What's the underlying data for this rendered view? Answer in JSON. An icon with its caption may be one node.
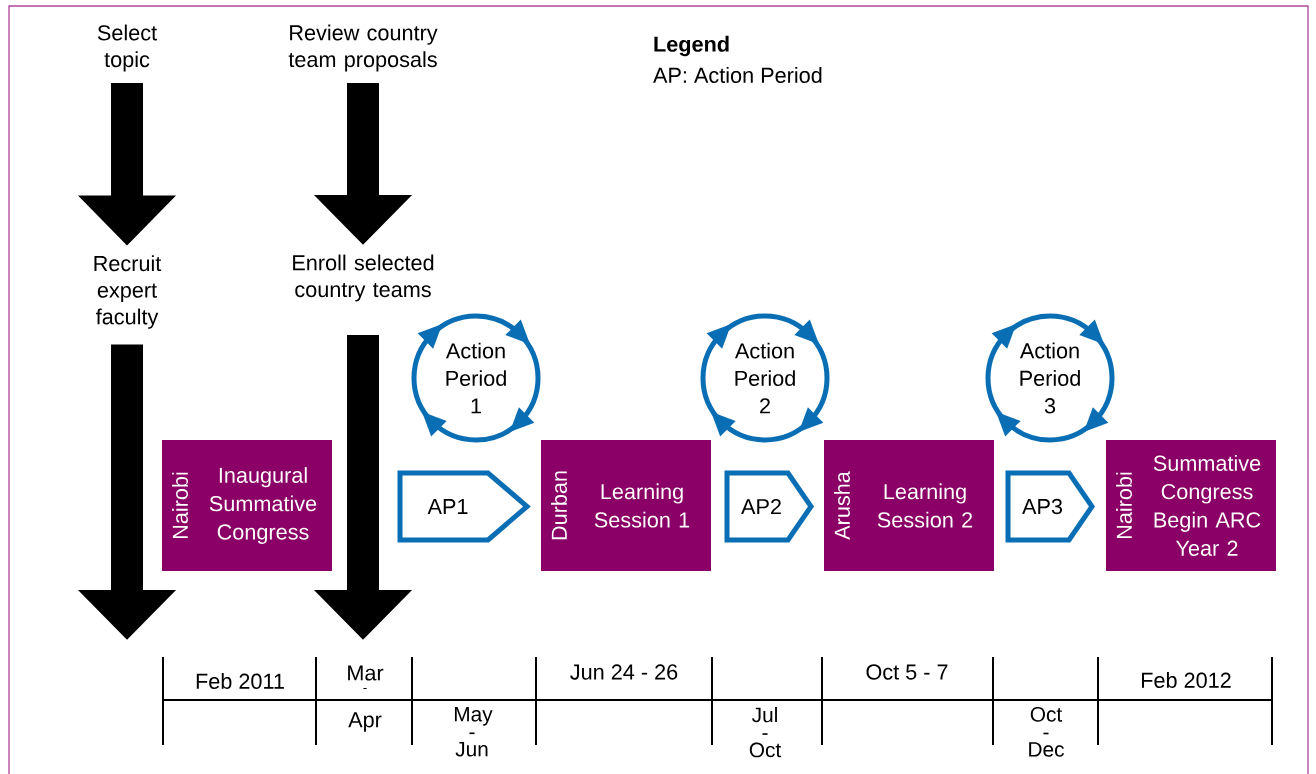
{
  "diagram": {
    "nodes": [
      {
        "text": [
          "Select topic"
        ]
      },
      {
        "text": [
          "Review country team proposals"
        ]
      },
      {
        "text": [
          "Recruit expert faculty"
        ]
      },
      {
        "text": [
          "Enroll selected country teams"
        ]
      },
      {
        "text": [
          "Action Period 1"
        ]
      },
      {
        "text": [
          "Action Period 2"
        ]
      },
      {
        "text": [
          "Action Period 3"
        ]
      },
      {
        "text": [
          "Nairobi",
          "Inaugural Summative Congress"
        ]
      },
      {
        "text": [
          "AP1"
        ]
      },
      {
        "text": [
          "Durban",
          "Learning Session 1"
        ]
      },
      {
        "text": [
          "AP2"
        ]
      },
      {
        "text": [
          "Arusha",
          "Learning Session 2"
        ]
      },
      {
        "text": [
          "AP3"
        ]
      },
      {
        "text": [
          "Nairobi",
          "Summative Congress Begin ARC Year 2"
        ]
      }
    ],
    "edges": [
      {
        "from": 0,
        "to": 2,
        "arrow": "to"
      },
      {
        "from": 1,
        "to": 3,
        "arrow": "to"
      },
      {
        "from": 2,
        "to": null,
        "arrow": "to"
      },
      {
        "from": 3,
        "to": null,
        "arrow": "to"
      }
    ],
    "labels": [
      "Legend",
      "AP: Action Period",
      "Feb 2011",
      "Mar",
      "-",
      "Jun 24 - 26",
      "Oct 5 - 7",
      "Feb 2012",
      "Apr",
      "May - Jun",
      "Jul - Oct",
      "Oct - Dec"
    ]
  }
}
